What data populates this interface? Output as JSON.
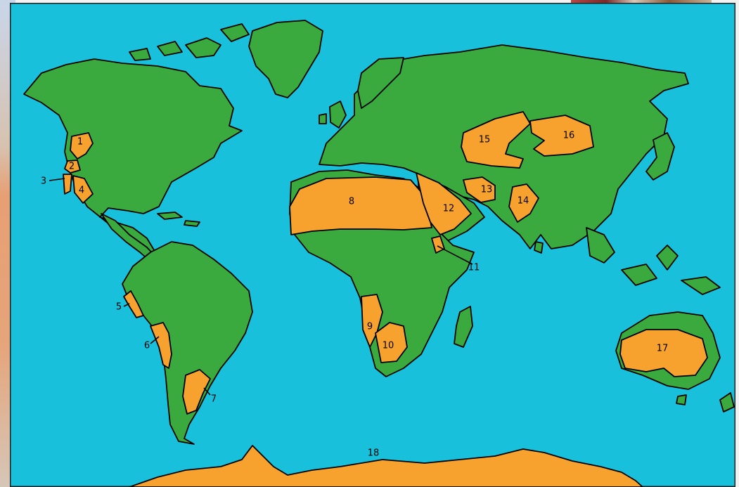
{
  "colors": {
    "ocean": "#18c0dc",
    "land": "#3aaa3e",
    "desert": "#f7a12e",
    "outline": "#000000"
  },
  "map": {
    "deserts": [
      {
        "id": "1",
        "label": "1"
      },
      {
        "id": "2",
        "label": "2"
      },
      {
        "id": "3",
        "label": "3"
      },
      {
        "id": "4",
        "label": "4"
      },
      {
        "id": "5",
        "label": "5"
      },
      {
        "id": "6",
        "label": "6"
      },
      {
        "id": "7",
        "label": "7"
      },
      {
        "id": "8",
        "label": "8"
      },
      {
        "id": "9",
        "label": "9"
      },
      {
        "id": "10",
        "label": "10"
      },
      {
        "id": "11",
        "label": "11"
      },
      {
        "id": "12",
        "label": "12"
      },
      {
        "id": "13",
        "label": "13"
      },
      {
        "id": "14",
        "label": "14"
      },
      {
        "id": "15",
        "label": "15"
      },
      {
        "id": "16",
        "label": "16"
      },
      {
        "id": "17",
        "label": "17"
      },
      {
        "id": "18",
        "label": "18"
      }
    ]
  }
}
